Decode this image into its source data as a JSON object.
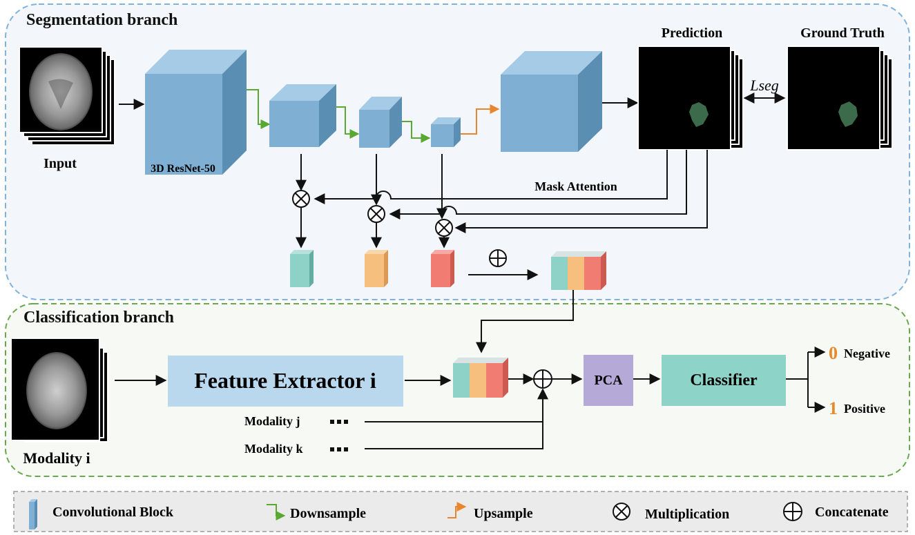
{
  "segmentation": {
    "title": "Segmentation branch",
    "input_label": "Input",
    "resnet_label": "3D ResNet-50",
    "prediction_label": "Prediction",
    "ground_truth_label": "Ground Truth",
    "loss_label": "Lseg",
    "mask_attention_label": "Mask Attention"
  },
  "classification": {
    "title": "Classification branch",
    "modality_label": "Modality i",
    "feature_extractor_label": "Feature Extractor i",
    "modality_j_label": "Modality j",
    "modality_k_label": "Modality k",
    "pca_label": "PCA",
    "classifier_label": "Classifier",
    "output_0_value": "0",
    "output_0_label": "Negative",
    "output_1_value": "1",
    "output_1_label": "Positive"
  },
  "legend": {
    "conv_block": "Convolutional Block",
    "downsample": "Downsample",
    "upsample": "Upsample",
    "multiplication": "Multiplication",
    "concatenate": "Concatenate"
  },
  "colors": {
    "cube_front": "#7fb0d4",
    "cube_top": "#a6cbe6",
    "cube_side": "#5a8fb3",
    "teal": "#8ed1c6",
    "orange": "#f6bf7e",
    "red": "#f07c72",
    "downsample": "#59a832",
    "upsample": "#e8852d",
    "pca": "#b5a9d8",
    "classifier": "#8ed3c8",
    "feature_extractor": "#b9d8ee",
    "output_number": "#e88a2a"
  }
}
